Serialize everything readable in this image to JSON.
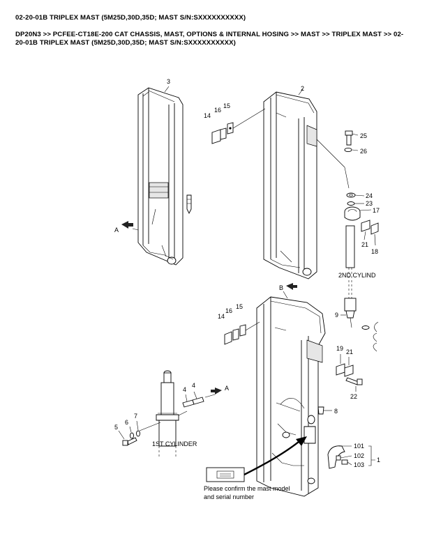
{
  "header": {
    "title": "02-20-01B TRIPLEX MAST (5M25D,30D,35D; MAST S/N:SXXXXXXXXXX)",
    "breadcrumb": "DP20N3 >> PCFEE-CT18E-200 CAT CHASSIS, MAST, OPTIONS & INTERNAL HOSING >> MAST >> TRIPLEX MAST >> 02-20-01B TRIPLEX MAST (5M25D,30D,35D; MAST S/N:SXXXXXXXXXX)"
  },
  "diagram": {
    "callouts": {
      "c3": "3",
      "c2": "2",
      "c14a": "14",
      "c16a": "16",
      "c15a": "15",
      "c25": "25",
      "c26": "26",
      "c24": "24",
      "c23": "23",
      "c17": "17",
      "c21a": "21",
      "c18": "18",
      "cA1": "A",
      "cB": "B",
      "c14b": "14",
      "c16b": "16",
      "c15b": "15",
      "c9": "9",
      "c19": "19",
      "c21b": "21",
      "c22": "22",
      "c4a": "4",
      "c4b": "4",
      "cA2": "A",
      "c5": "5",
      "c6": "6",
      "c7": "7",
      "c8": "8",
      "c101": "101",
      "c102": "102",
      "c103": "103",
      "c1": "1"
    },
    "labels": {
      "second_cylinder": "2ND CYLIND",
      "first_cylinder": "1ST CYLINDER",
      "note_line1": "Please confirm the mast model",
      "note_line2": "and serial number"
    }
  }
}
